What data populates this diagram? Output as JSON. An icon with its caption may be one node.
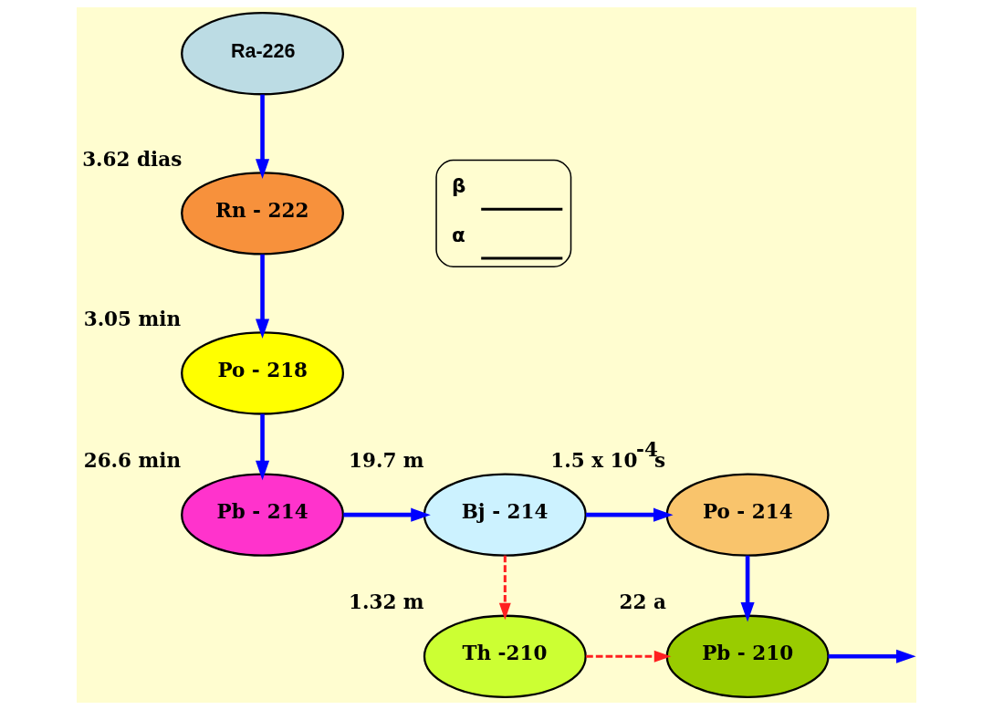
{
  "diagram": {
    "nodes": [
      {
        "text": [
          "Ra-226"
        ]
      },
      {
        "text": [
          "Rn - 222"
        ],
        "beside": [
          "3.62 dias"
        ]
      },
      {
        "text": [
          "Po - 218"
        ],
        "beside": [
          "3.05 min"
        ]
      },
      {
        "text": [
          "Pb - 214"
        ],
        "beside": [
          "26.6 min"
        ]
      },
      {
        "text": [
          "Bj - 214"
        ],
        "beside": [
          "19.7 m"
        ]
      },
      {
        "text": [
          "Po - 214"
        ],
        "beside": [
          "1.5 x 10$^{-4}$s"
        ]
      },
      {
        "text": [
          "Th -210"
        ],
        "beside": [
          "1.32 m"
        ]
      },
      {
        "text": [
          "Pb - 210"
        ],
        "beside": [
          "22 a"
        ]
      }
    ],
    "edges": [
      {
        "from": 0,
        "to": 1,
        "arrow": "to"
      },
      {
        "from": 1,
        "to": 2,
        "arrow": "to"
      },
      {
        "from": 2,
        "to": 3,
        "arrow": "to"
      },
      {
        "from": 3,
        "to": 4,
        "arrow": "to"
      },
      {
        "from": 4,
        "to": 5,
        "arrow": "to"
      },
      {
        "from": 4,
        "to": 6,
        "arrow": "to",
        "style": "dashed",
        "color": "#ff2020"
      },
      {
        "from": 5,
        "to": 7,
        "arrow": "to"
      },
      {
        "from": 6,
        "to": 7,
        "arrow": "to",
        "style": "dashed",
        "color": "#ff2020"
      },
      {
        "from": 7,
        "to": null,
        "arrow": "to"
      }
    ],
    "legend": [
      {
        "text": "β"
      },
      {
        "text": "α"
      }
    ]
  }
}
